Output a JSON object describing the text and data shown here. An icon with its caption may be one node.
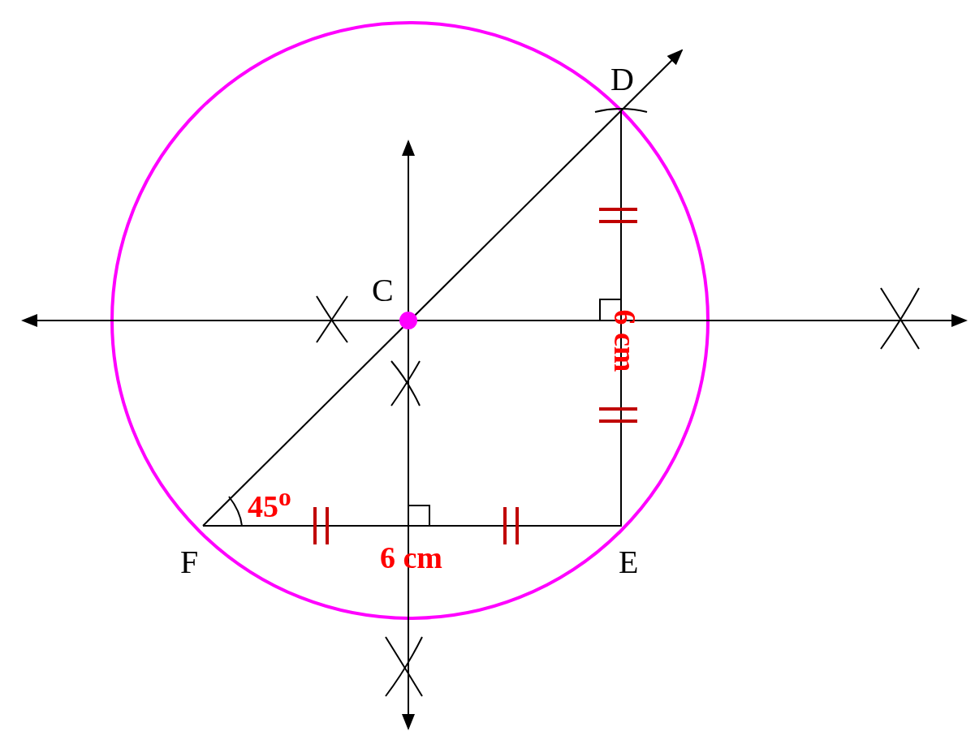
{
  "diagram": {
    "labels": [
      "D",
      "C",
      "6 cm",
      "45$^{o}$",
      "F",
      "6 cm",
      "E"
    ]
  }
}
